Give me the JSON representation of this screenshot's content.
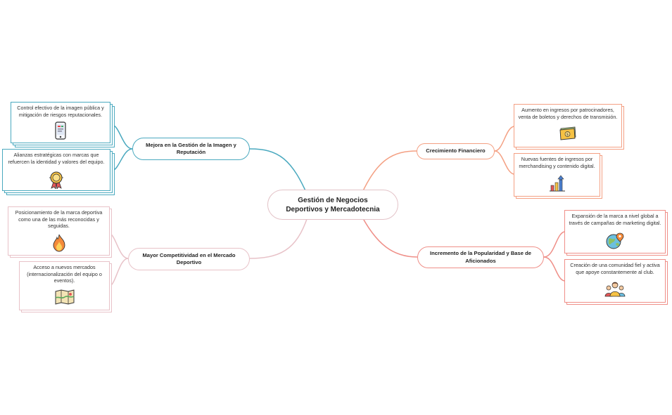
{
  "root": {
    "line1": "Gestión de Negocios",
    "line2": "Deportivos y Mercadotecnia"
  },
  "branches": {
    "imagen": {
      "label": "Mejora en la Gestión de la Imagen y Reputación",
      "color": "#4aa9bf",
      "cards": [
        {
          "text": "Control efectivo de la imagen pública y mitigación de riesgos reputacionales.",
          "icon": "smartphone-icon"
        },
        {
          "text": "Alianzas estratégicas con marcas que refuercen la identidad y valores del equipo.",
          "icon": "medal-icon"
        }
      ]
    },
    "competitividad": {
      "label": "Mayor Competitividad en el Mercado Deportivo",
      "color": "#e8c2c8",
      "cards": [
        {
          "text": "Posicionamiento de la marca deportiva como una de las más reconocidas y seguidas.",
          "icon": "fire-icon"
        },
        {
          "text": "Acceso a nuevos mercados (internacionalización del equipo o eventos).",
          "icon": "map-icon"
        }
      ]
    },
    "financiero": {
      "label": "Crecimiento Financiero",
      "color": "#f4a083",
      "cards": [
        {
          "text": "Aumento en ingresos por patrocinadores, venta de boletos y derechos de transmisión.",
          "icon": "money-icon"
        },
        {
          "text": "Nuevas fuentes de ingresos por merchandising y contenido digital.",
          "icon": "growth-chart-icon"
        }
      ]
    },
    "popularidad": {
      "label": "Incremento de la Popularidad y Base de Aficionados",
      "color": "#ef8f88",
      "cards": [
        {
          "text": "Expansión de la marca a nivel global a través de campañas de marketing digital.",
          "icon": "globe-pin-icon"
        },
        {
          "text": "Creación de una comunidad fiel y activa que apoye constantemente al club.",
          "icon": "community-icon"
        }
      ]
    }
  }
}
